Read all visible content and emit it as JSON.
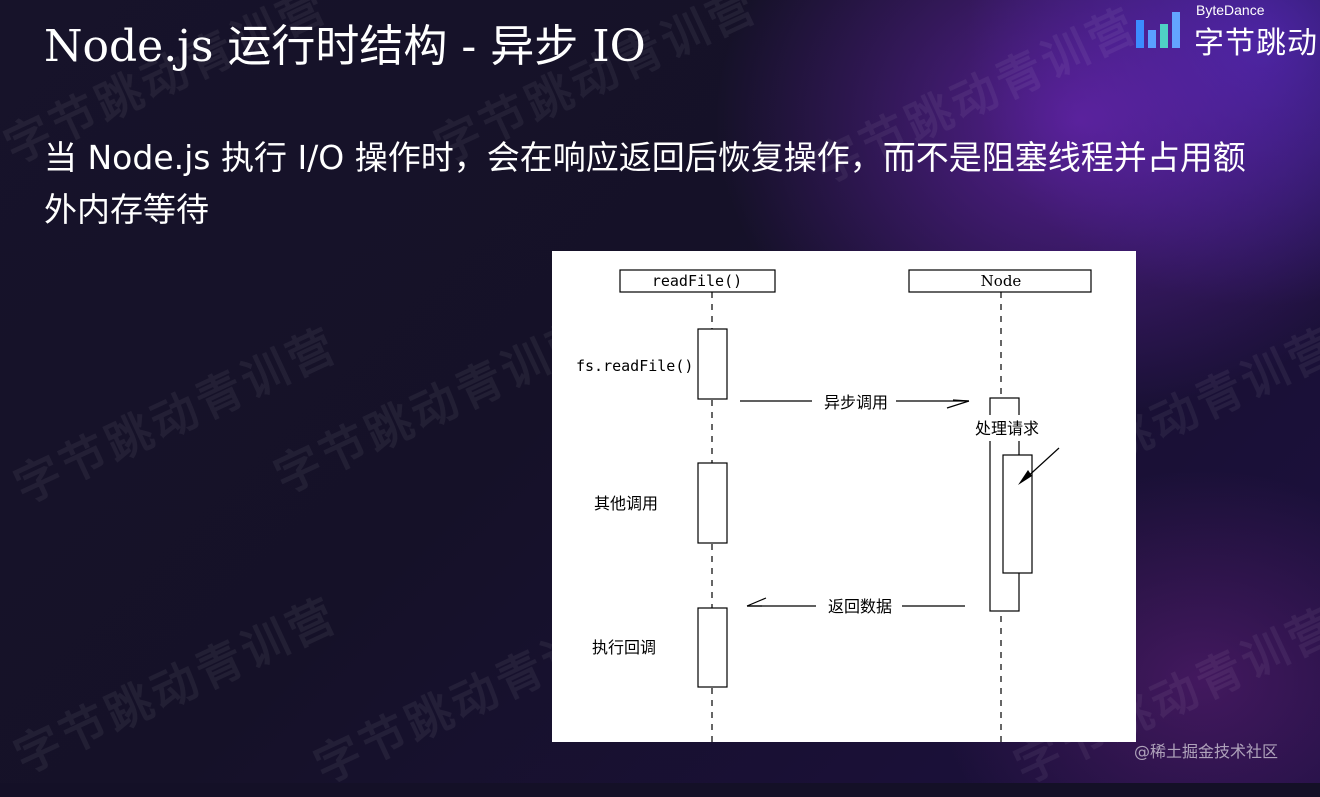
{
  "slide": {
    "title": "Node.js 运行时结构 -  异步 IO",
    "body_text": "当 Node.js 执行 I/O 操作时，会在响应返回后恢复操作，而不是阻塞线程并占用额外内存等待"
  },
  "logo": {
    "english": "ByteDance",
    "chinese": "字节跳动"
  },
  "watermark": {
    "text": "字节跳动青训营"
  },
  "diagram": {
    "lifelines": [
      {
        "label": "readFile()"
      },
      {
        "label": "Node"
      }
    ],
    "left_activations": [
      {
        "label": "fs.readFile()"
      },
      {
        "label": "其他调用"
      },
      {
        "label": "执行回调"
      }
    ],
    "node_annotation": "处理请求",
    "messages": [
      {
        "label": "异步调用",
        "direction": "to-node"
      },
      {
        "label": "返回数据",
        "direction": "to-readfile"
      }
    ]
  },
  "footer": {
    "credit": "@稀土掘金技术社区"
  },
  "colors": {
    "background": "#141027",
    "accent_purple": "#6a2bd6",
    "text": "#ffffff",
    "diagram_line": "#000000"
  }
}
